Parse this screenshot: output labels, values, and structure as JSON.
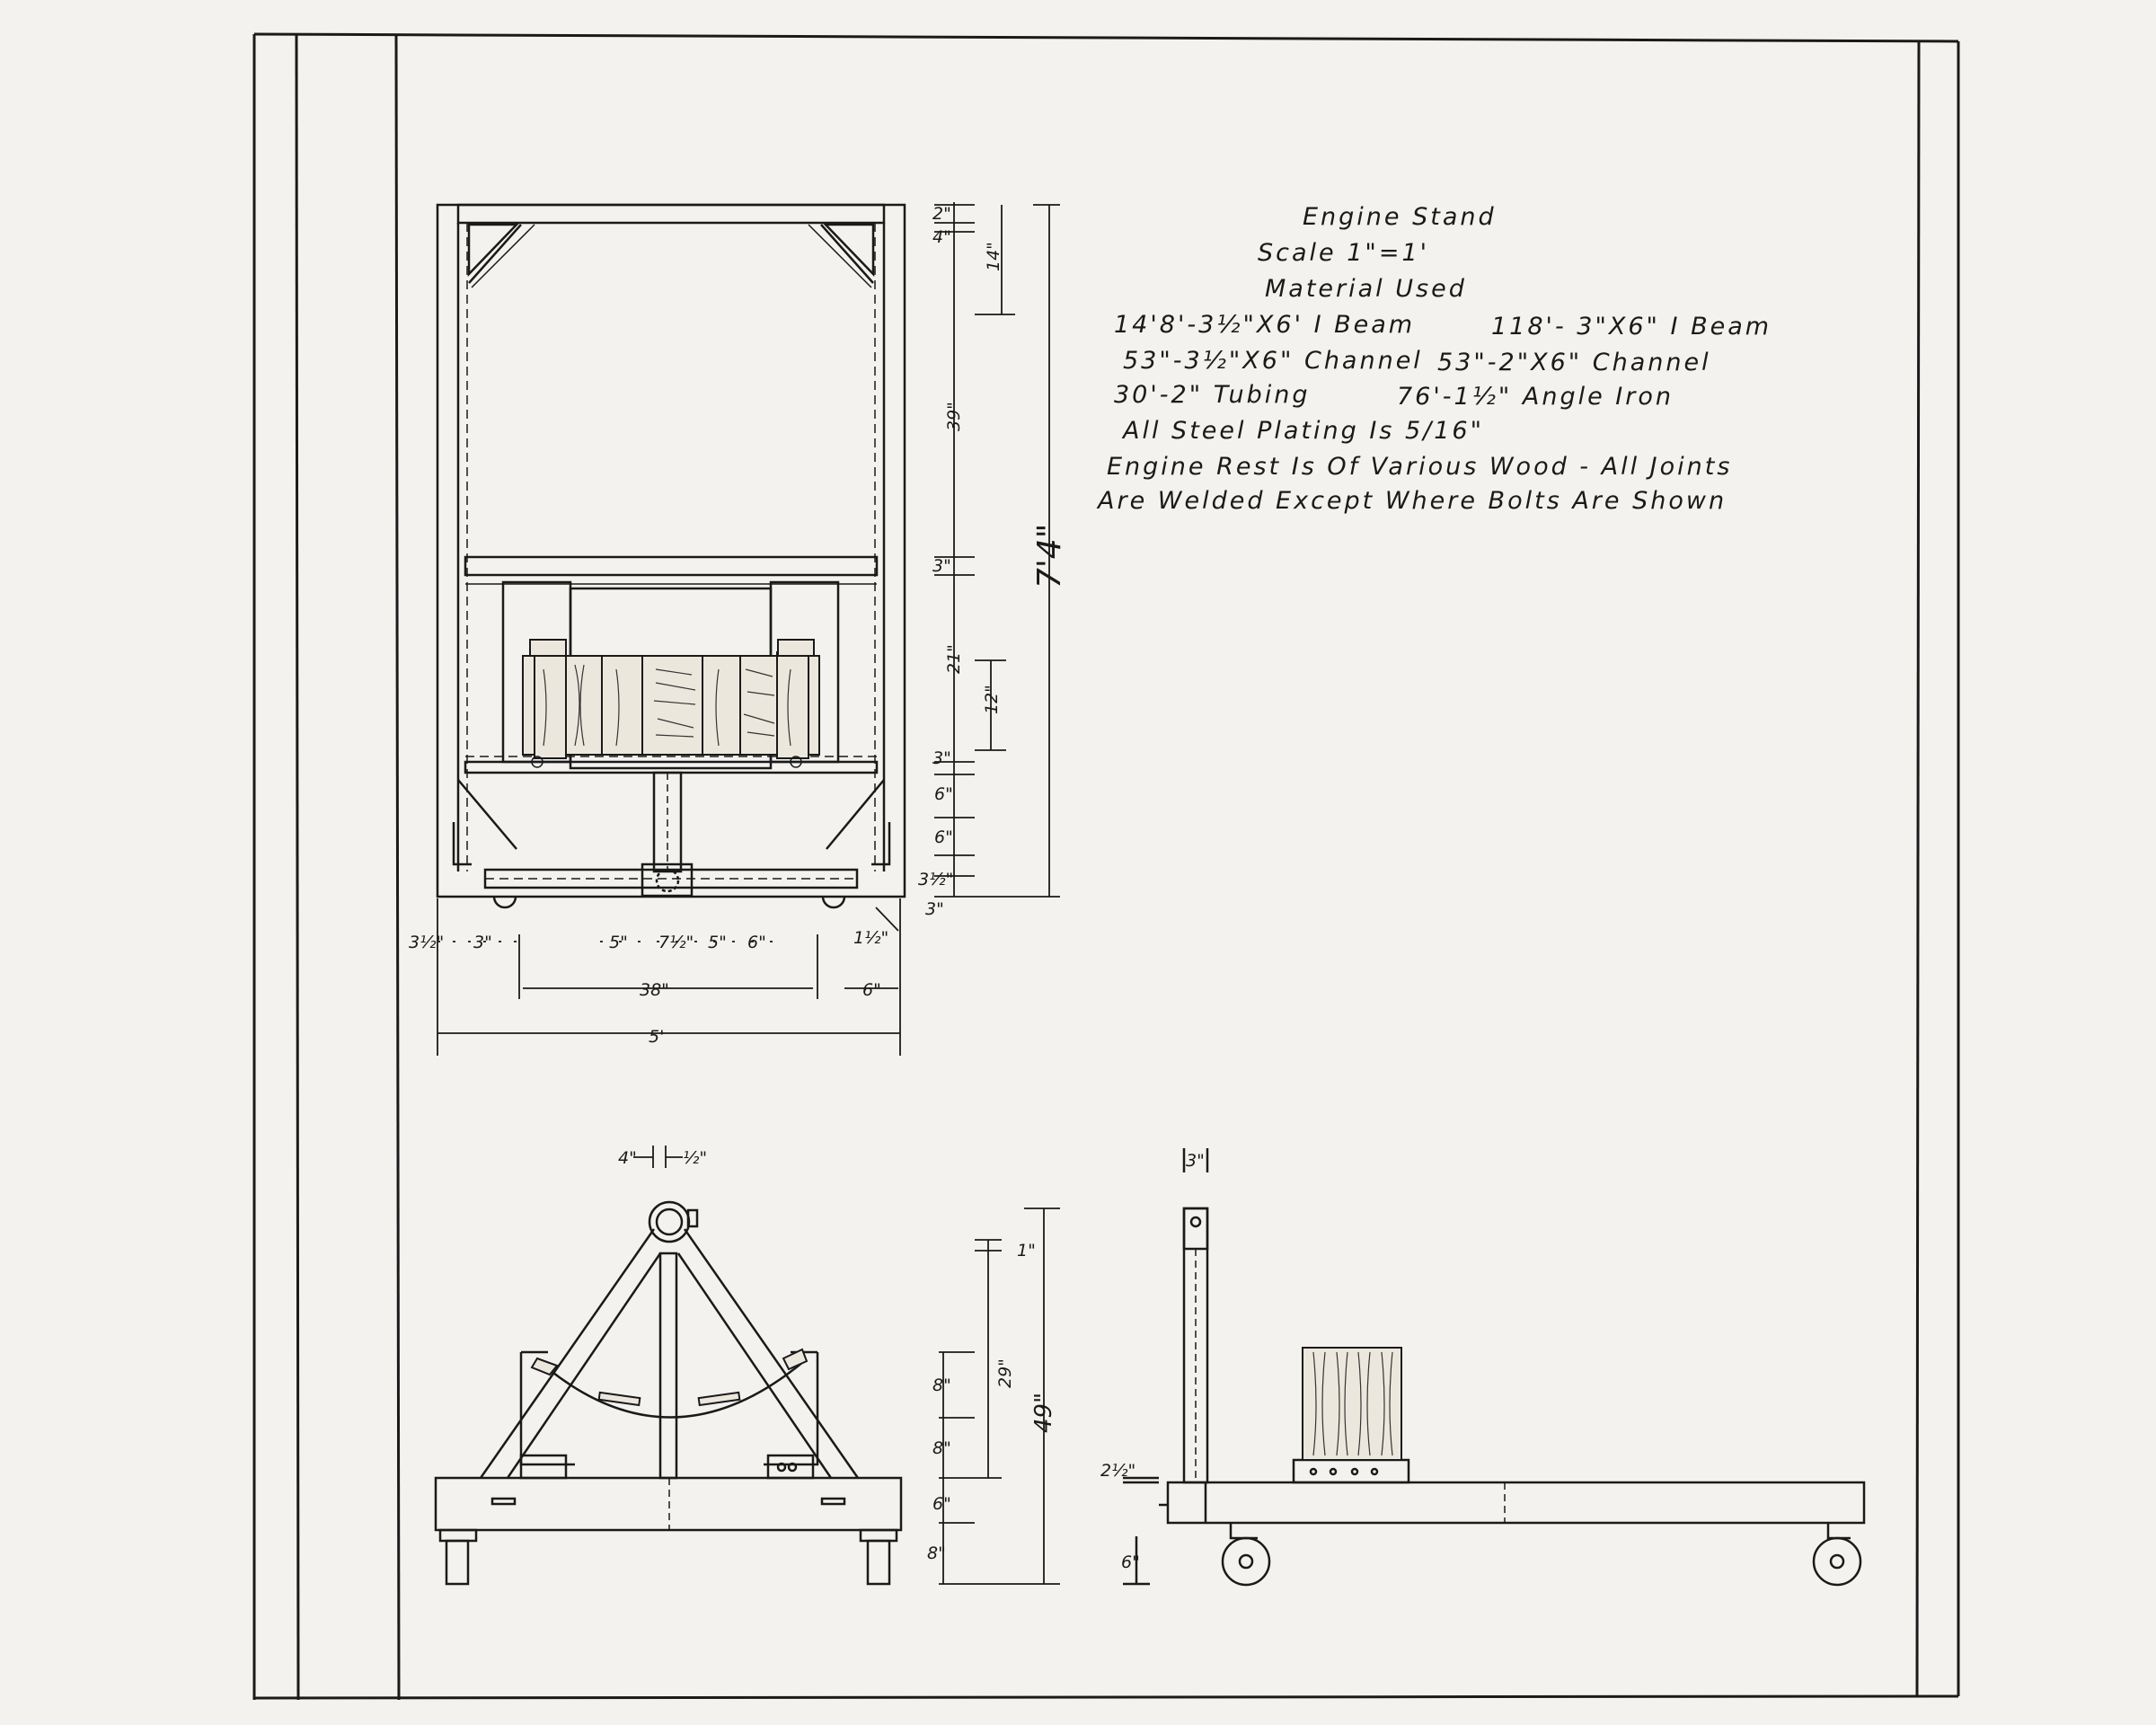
{
  "notes": {
    "title": "Engine Stand",
    "scale": "Scale 1\"=1'",
    "material_header": "Material Used",
    "materials": [
      "14'8'-3½\"X6' I Beam",
      "118'- 3\"X6\" I Beam",
      "53\"-3½\"X6\" Channel",
      "53\"-2\"X6\" Channel",
      "30'-2\" Tubing",
      "76'-1½\" Angle Iron"
    ],
    "plating": "All Steel Plating Is 5/16\"",
    "joints_line1": "Engine Rest Is Of Various Wood - All Joints",
    "joints_line2": "Are Welded Except Where Bolts Are Shown"
  },
  "top_view": {
    "vertical_dims": [
      "2\"",
      "4\"",
      "14\"",
      "39\"",
      "3\"",
      "21\"",
      "12\"",
      "3\"",
      "6\"",
      "6\"",
      "3½\"",
      "3\"",
      "7'4\""
    ],
    "horizontal_dims": [
      "3½\"",
      "3\"",
      "5\"",
      "7½\"",
      "5\"",
      "6\"",
      "1½\"",
      "38\"",
      "6\"",
      "5'"
    ]
  },
  "front_view": {
    "top_dims": [
      "4\"",
      "½\""
    ],
    "vertical_dims": [
      "1\"",
      "29\"",
      "49\"",
      "8\"",
      "8\"",
      "6\"",
      "8\""
    ]
  },
  "side_view": {
    "dims": [
      "3\"",
      "2½\"",
      "6\""
    ]
  }
}
